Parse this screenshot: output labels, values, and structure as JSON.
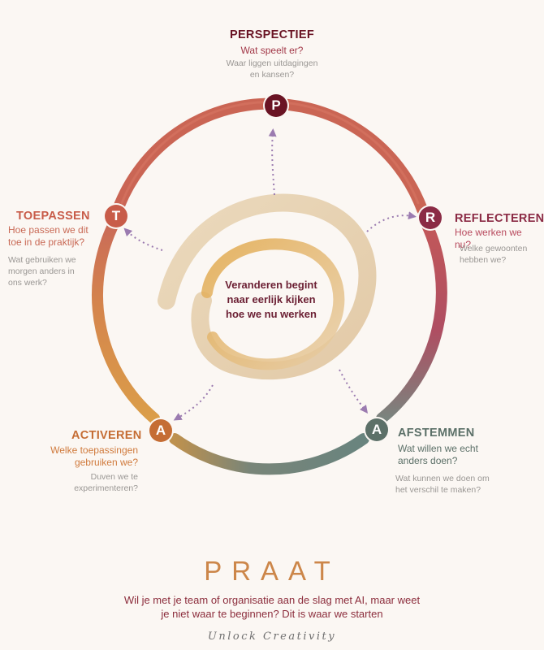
{
  "center_text": "Veranderen begint naar eerlijk kijken hoe we nu werken",
  "stages": {
    "p": {
      "letter": "P",
      "title": "PERSPECTIEF",
      "question": "Wat speelt er?",
      "sub": "Waar liggen uitdagingen en kansen?",
      "color": "#6a1424"
    },
    "r": {
      "letter": "R",
      "title": "REFLECTEREN",
      "question": "Hoe werken we nu?",
      "sub": "Welke gewoonten hebben we?",
      "color": "#8b2b45"
    },
    "a2": {
      "letter": "A",
      "title": "AFSTEMMEN",
      "question": "Wat willen we echt anders doen?",
      "sub": "Wat kunnen we doen om het verschil te maken?",
      "color": "#5c7068"
    },
    "a1": {
      "letter": "A",
      "title": "ACTIVEREN",
      "question": "Welke toepassingen gebruiken we?",
      "sub": "Duven we te experimenteren?",
      "color": "#c56d34"
    },
    "t": {
      "letter": "T",
      "title": "TOEPASSEN",
      "question": "Hoe passen we dit toe in de praktijk?",
      "sub": "Wat gebruiken we morgen anders in ons werk?",
      "color": "#c85c49"
    }
  },
  "footer": {
    "title": "PRAAT",
    "text": "Wil je met je team of organisatie aan de slag met AI, maar weet je niet waar te beginnen? Dit is waar we starten",
    "signature": "Unlock Creativity"
  },
  "colors": {
    "background": "#fbf7f3",
    "ring_top": "#c65847",
    "ring_right": "#b24050",
    "ring_bottom": "#5f7a72",
    "ring_left": "#d4913d",
    "swirl": "#e6cfaa",
    "arrows": "#9b7bb0",
    "footer_accent": "#cc8649"
  }
}
